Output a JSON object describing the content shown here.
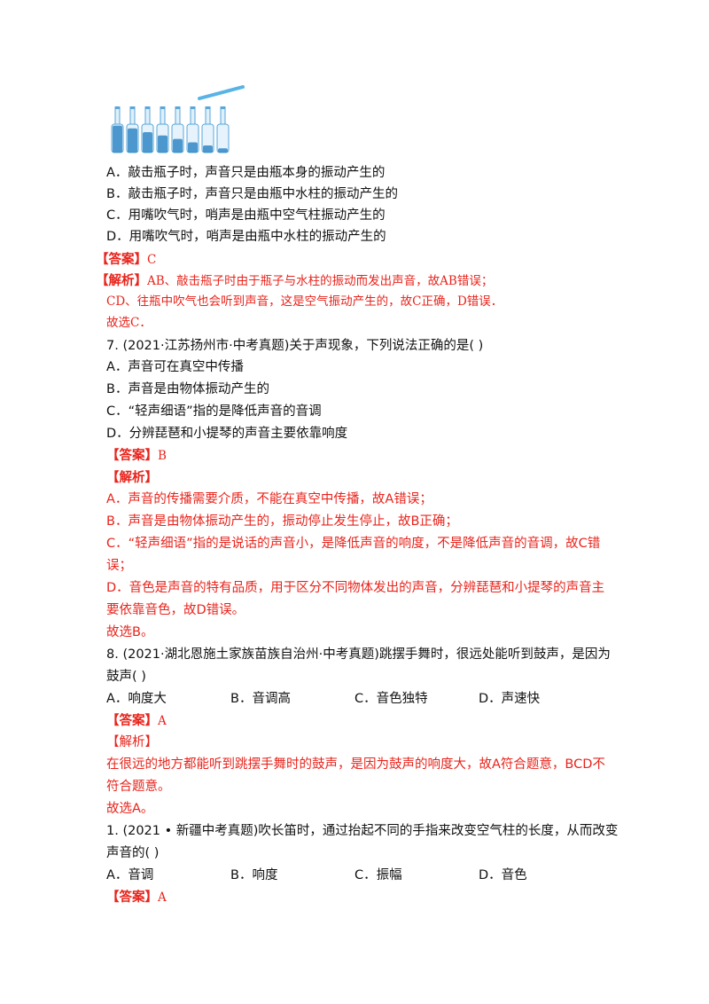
{
  "q6": {
    "options": [
      "A．敲击瓶子时，声音只是由瓶本身的振动产生的",
      "B．敲击瓶子时，声音只是由瓶中水柱的振动产生的",
      "C．用嘴吹气时，哨声是由瓶中空气柱振动产生的",
      "D．用嘴吹气时，哨声是由瓶中水柱的振动产生的"
    ],
    "answer_label": "【答案】",
    "answer_value": "C",
    "analysis_label": "【解析】",
    "analysis_lines": [
      "AB、敲击瓶子时由于瓶子与水柱的振动而发出声音，故AB错误；",
      "CD、往瓶中吹气也会听到声音，这是空气振动产生的，故C正确，D错误．",
      "故选C．"
    ]
  },
  "q7": {
    "stem": "7.  (2021·江苏扬州市·中考真题)关于声现象，下列说法正确的是(        )",
    "options": [
      "A．声音可在真空中传播",
      "B．声音是由物体振动产生的",
      "C．“轻声细语”指的是降低声音的音调",
      "D．分辨琵琶和小提琴的声音主要依靠响度"
    ],
    "answer_label": "【答案】",
    "answer_value": "B",
    "analysis_label": "【解析】",
    "analysis_lines": [
      "A．声音的传播需要介质，不能在真空中传播，故A错误；",
      "B．声音是由物体振动产生的，振动停止发生停止，故B正确；",
      "C．“轻声细语”指的是说话的声音小，是降低声音的响度，不是降低声音的音调，故C错",
      "误；",
      "D．音色是声音的特有品质，用于区分不同物体发出的声音，分辨琵琶和小提琴的声音主",
      "要依靠音色，故D错误。",
      "故选B。"
    ]
  },
  "q8": {
    "stem_lines": [
      "8.  (2021·湖北恩施土家族苗族自治州·中考真题)跳摆手舞时，很远处能听到鼓声，是因为",
      "鼓声(        )"
    ],
    "options": [
      "A．响度大",
      "B．音调高",
      "C．音色独特",
      "D．声速快"
    ],
    "answer_label": "【答案】",
    "answer_value": "A",
    "analysis_label": "【解析】",
    "analysis_lines": [
      "在很远的地方都能听到跳摆手舞时的鼓声，是因为鼓声的响度大，故A符合题意，BCD不",
      "符合题意。",
      "故选A。"
    ]
  },
  "q1": {
    "stem_lines": [
      "1.  (2021 • 新疆中考真题)吹长笛时，通过抬起不同的手指来改变空气柱的长度，从而改变",
      "声音的(        )"
    ],
    "options": [
      "A．音调",
      "B．响度",
      "C．振幅",
      "D．音色"
    ],
    "answer_label": "【答案】",
    "answer_value": "A"
  },
  "colors": {
    "accent": "#e8241c",
    "bottle": "#5aa6d8",
    "water": "#2f86c6"
  }
}
